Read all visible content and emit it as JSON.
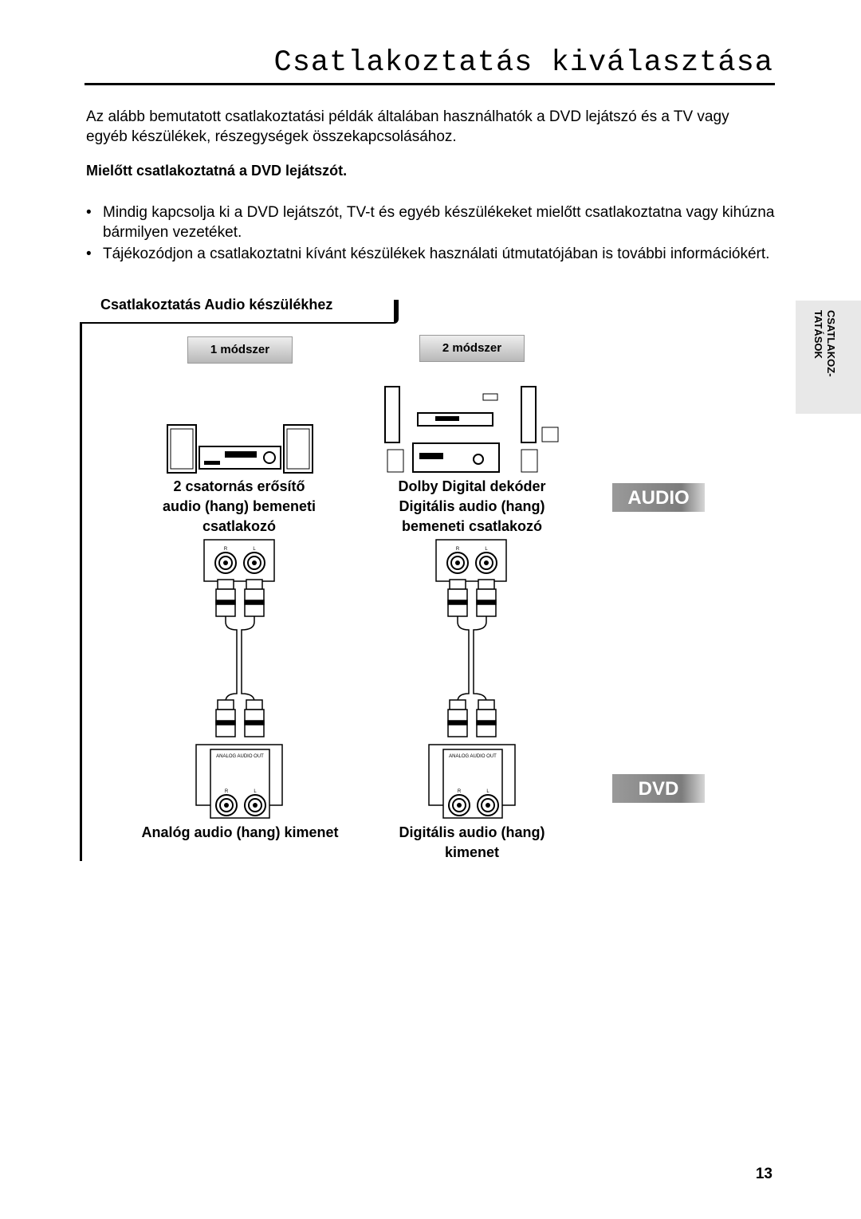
{
  "page_title": "Csatlakoztatás kiválasztása",
  "intro": "Az alább bemutatott csatlakoztatási példák általában használhatók a DVD lejátszó és a TV vagy egyéb készülékek, részegységek összekapcsolásához.",
  "before_heading": "Mielőtt csatlakoztatná a DVD lejátszót.",
  "bullets": [
    "Mindig kapcsolja ki a DVD lejátszót, TV-t és egyéb készülékeket mielőtt csatlakoztatna vagy kihúzna bármilyen vezetéket.",
    "Tájékozódjon a csatlakoztatni kívánt készülékek használati útmutatójában is további információkért."
  ],
  "bullet_glyph": "•",
  "side_tab": "CSATLAKOZ- TATÁSOK",
  "section_heading": "Csatlakoztatás Audio készülékhez",
  "method1": {
    "label": "1 módszer",
    "device_label_lines": [
      "2 csatornás erősítő",
      "audio (hang) bemeneti",
      "csatlakozó"
    ],
    "output_label": "Analóg audio (hang) kimenet",
    "jack_top": [
      "R",
      "L"
    ],
    "jack_bottom": [
      "R",
      "L"
    ],
    "panel_label": "ANALOG AUDIO OUT"
  },
  "method2": {
    "label": "2 módszer",
    "device_label_lines": [
      "Dolby Digital dekóder",
      "Digitális audio (hang)",
      "bemeneti csatlakozó"
    ],
    "output_label_lines": [
      "Digitális audio (hang)",
      "kimenet"
    ],
    "jack_top": [
      "R",
      "L"
    ],
    "jack_bottom": [
      "R",
      "L"
    ],
    "panel_label": "ANALOG AUDIO OUT"
  },
  "badges": {
    "audio": "AUDIO",
    "dvd": "DVD"
  },
  "page_number": "13"
}
